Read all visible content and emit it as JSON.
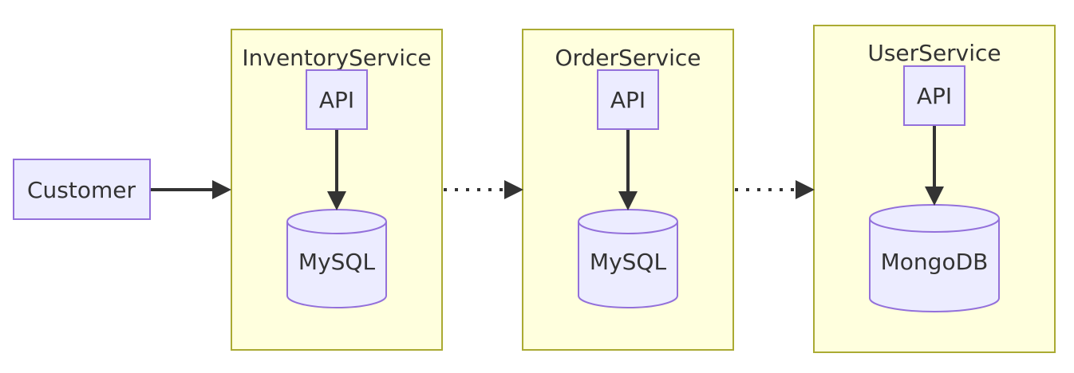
{
  "diagram": {
    "customer": {
      "label": "Customer"
    },
    "clusters": [
      {
        "title": "InventoryService",
        "api_label": "API",
        "db_label": "MySQL"
      },
      {
        "title": "OrderService",
        "api_label": "API",
        "db_label": "MySQL"
      },
      {
        "title": "UserService",
        "api_label": "API",
        "db_label": "MongoDB"
      }
    ],
    "edges": [
      {
        "from": "Customer",
        "to": "InventoryService",
        "style": "solid"
      },
      {
        "from": "InventoryService",
        "to": "OrderService",
        "style": "dotted"
      },
      {
        "from": "OrderService",
        "to": "UserService",
        "style": "dotted"
      },
      {
        "from": "API",
        "to": "MySQL",
        "style": "solid"
      },
      {
        "from": "API",
        "to": "MySQL",
        "style": "solid"
      },
      {
        "from": "API",
        "to": "MongoDB",
        "style": "solid"
      }
    ],
    "colors": {
      "cluster_fill": "#ffffde",
      "cluster_stroke": "#aaaa33",
      "node_fill": "#ececff",
      "node_stroke": "#9370db",
      "edge": "#333333",
      "text": "#333333"
    }
  }
}
